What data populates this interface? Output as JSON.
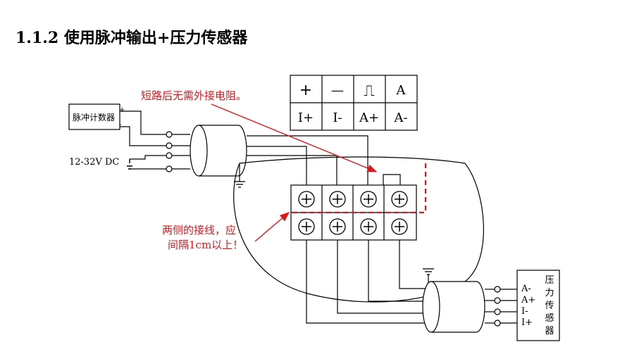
{
  "heading": "1.1.2  使用脉冲输出+压力传感器",
  "pin_table": {
    "row1": [
      "+",
      "—",
      "⎍",
      "A"
    ],
    "row2": [
      "I+",
      "I-",
      "A+",
      "A-"
    ]
  },
  "pulse_counter": {
    "label": "脉冲计数器",
    "plus": "+",
    "minus": "-"
  },
  "power_label": "12-32V  DC",
  "annotation_short": "短路后无需外接电阻。",
  "annotation_spacing_line1": "两侧的接线，应",
  "annotation_spacing_line2": "间隔1cm以上！",
  "sensor": {
    "chars": [
      "压",
      "力",
      "传",
      "感",
      "器"
    ],
    "pins": [
      "A-",
      "A+",
      "I-",
      "I+"
    ]
  },
  "terminal_symbol": "⊕",
  "colors": {
    "annotation": "#e0161b",
    "wire": "#000000",
    "dashed": "#e0161b"
  }
}
